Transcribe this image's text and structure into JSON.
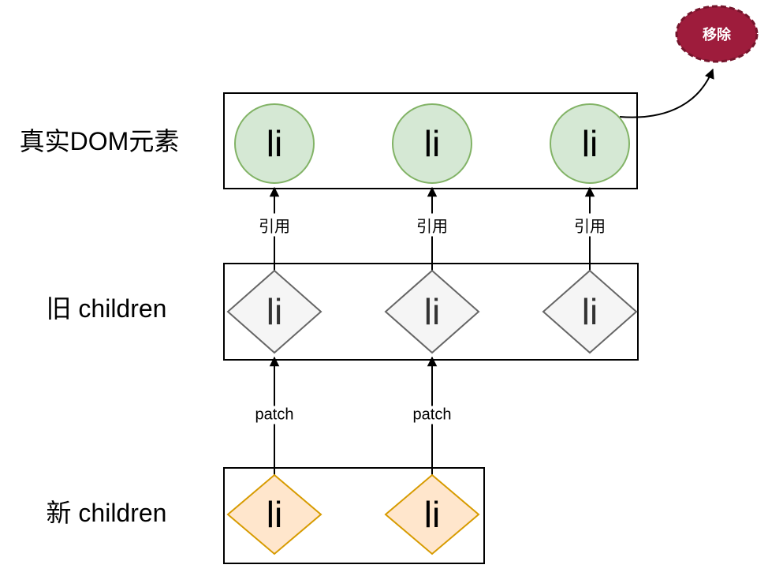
{
  "diagram": {
    "rows": {
      "real_dom": {
        "label": "真实DOM元素",
        "nodes": [
          "li",
          "li",
          "li"
        ]
      },
      "old_children": {
        "label": "旧 children",
        "nodes": [
          "li",
          "li",
          "li"
        ]
      },
      "new_children": {
        "label": "新 children",
        "nodes": [
          "li",
          "li"
        ]
      }
    },
    "edges": {
      "reference_label": "引用",
      "patch_label": "patch"
    },
    "remove_badge": {
      "label": "移除",
      "fill": "#9e1c3c",
      "stroke": "#75152c",
      "text_color": "#ffffff"
    },
    "colors": {
      "real_dom_fill": "#d5e8d4",
      "real_dom_stroke": "#82b366",
      "old_fill": "#f5f5f5",
      "old_stroke": "#666666",
      "new_fill": "#ffe6cc",
      "new_stroke": "#d79b00",
      "line": "#000000"
    }
  }
}
